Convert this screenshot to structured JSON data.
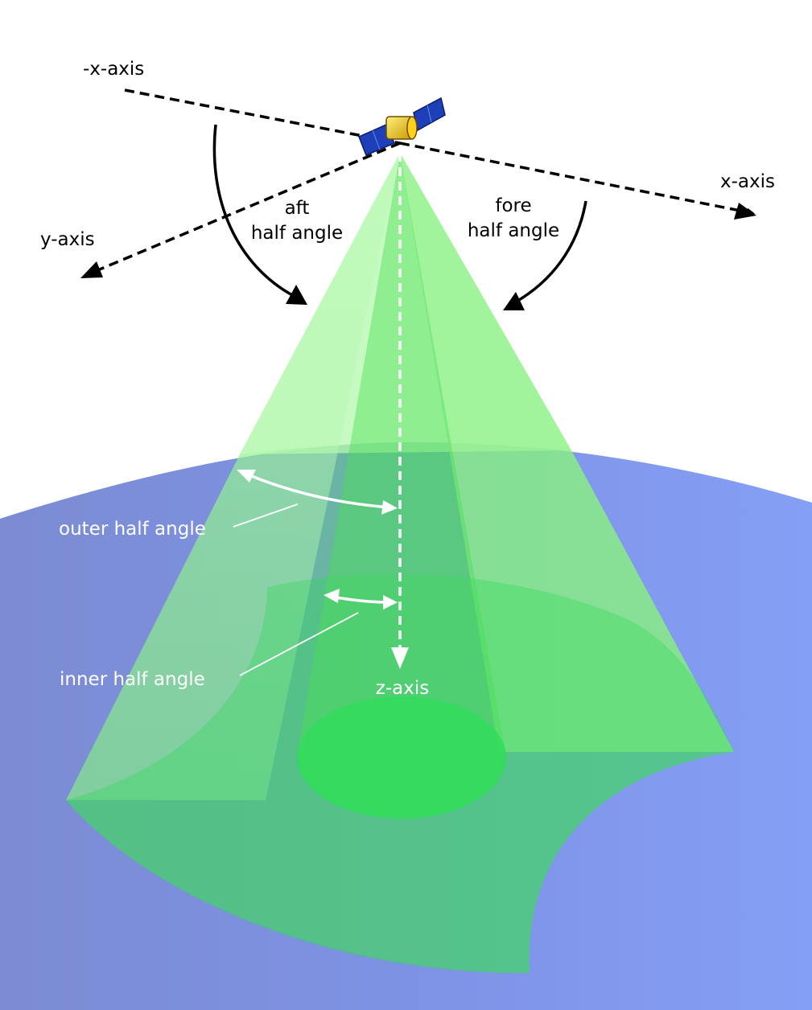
{
  "labels": {
    "neg_x_axis": "-x-axis",
    "x_axis": "x-axis",
    "y_axis": "y-axis",
    "z_axis": "z-axis",
    "aft_line1": "aft",
    "aft_line2": "half angle",
    "fore_line1": "fore",
    "fore_line2": "half angle",
    "outer_half_angle": "outer half angle",
    "inner_half_angle": "inner half angle"
  },
  "colors": {
    "earth": "#7f8fe0",
    "earth_light": "#8aa2f8",
    "outer_cone": "#9ef59a",
    "inner_cone": "#4be055",
    "solar_panel": "#1d3fb8",
    "satellite_body": "#e6b800",
    "axis_line": "#000000",
    "annotation": "#ffffff"
  },
  "icons": {
    "satellite": "satellite-icon"
  }
}
